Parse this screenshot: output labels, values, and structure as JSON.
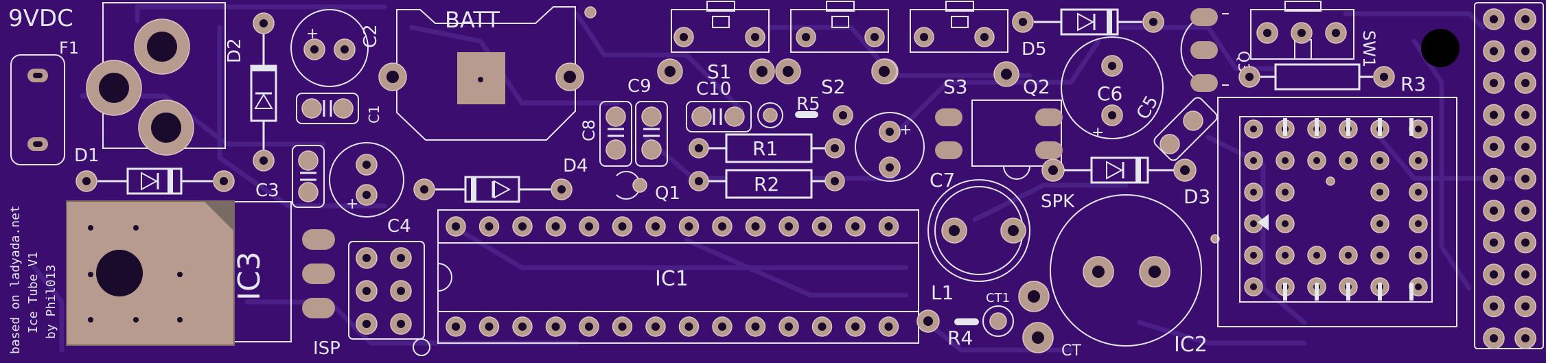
{
  "colors": {
    "board": "#3a0d6e",
    "trace": "#4a1f86",
    "silk": "#e6e6ef",
    "pad": "#b79b8f",
    "hole": "#1a0a2b",
    "regulator": "#b79b8f"
  },
  "labels": {
    "power": "9VDC",
    "f1": "F1",
    "d1": "D1",
    "d2": "D2",
    "c1": "C1",
    "c2": "C2",
    "c3": "C3",
    "c4": "C4",
    "batt": "BATT",
    "d4": "D4",
    "ic3": "IC3",
    "isp": "ISP",
    "s1": "S1",
    "s2": "S2",
    "s3": "S3",
    "c9": "C9",
    "c8": "C8",
    "c10": "C10",
    "r5": "R5",
    "r1": "R1",
    "r2": "R2",
    "q1": "Q1",
    "ic1": "IC1",
    "q2": "Q2",
    "c7": "C7",
    "d5": "D5",
    "c6": "C6",
    "c5": "C5",
    "spk": "SPK",
    "d3": "D3",
    "l1": "L1",
    "ct1": "CT1",
    "r4": "R4",
    "ct": "CT",
    "ic2": "IC2",
    "q3": "Q3",
    "sw1": "SW1",
    "r3": "R3"
  },
  "credits": {
    "line1": "based on ladyada.net",
    "line2": "Ice Tube V1",
    "line3": "by Phil013"
  }
}
